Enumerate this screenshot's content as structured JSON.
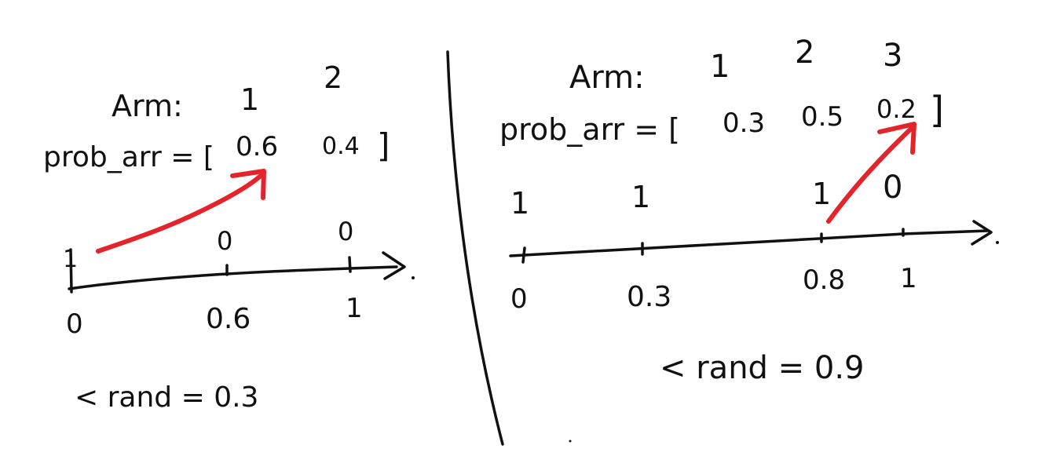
{
  "colors": {
    "ink": "#111111",
    "arrow": "#e4232b"
  },
  "left": {
    "arm_label": "Arm:",
    "arms": [
      "1",
      "2"
    ],
    "prob_label": "prob_arr = [",
    "probs": [
      "0.6",
      "0.4"
    ],
    "prob_close": "]",
    "axis_ticks": [
      "0",
      "0.6",
      "1"
    ],
    "tick_marks_above": [
      "1",
      "0",
      "0"
    ],
    "rand_text": "< rand = 0.3"
  },
  "right": {
    "arm_label": "Arm:",
    "arms": [
      "1",
      "2",
      "3"
    ],
    "prob_label": "prob_arr = [",
    "probs": [
      "0.3",
      "0.5",
      "0.2"
    ],
    "prob_close": "]",
    "axis_ticks": [
      "0",
      "0.3",
      "0.8",
      "1"
    ],
    "tick_marks_above": [
      "1",
      "1",
      "1",
      "0"
    ],
    "rand_text": "< rand = 0.9"
  }
}
